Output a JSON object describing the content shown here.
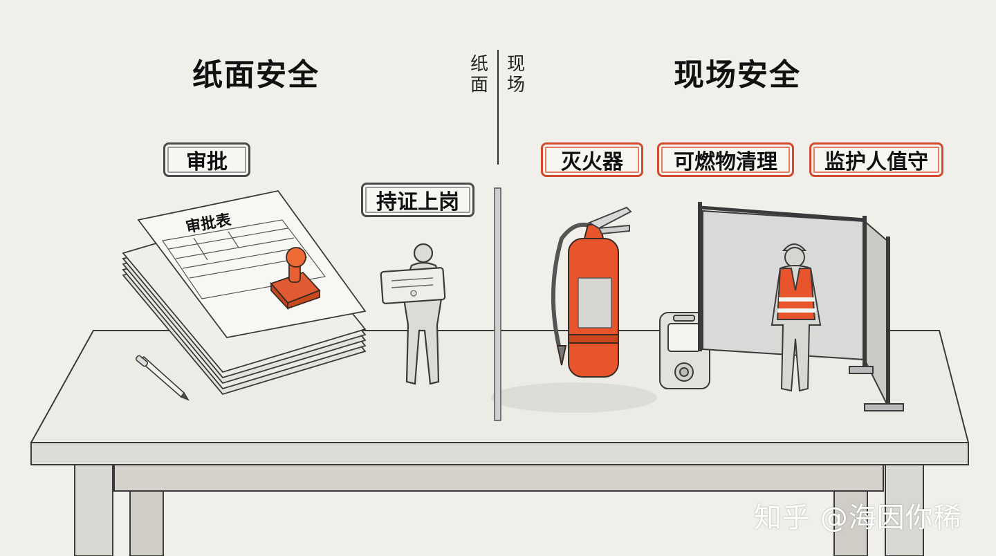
{
  "left": {
    "title": "纸面安全",
    "tags": {
      "approval": "审批",
      "certified": "持证上岗"
    },
    "form_title": "审批表"
  },
  "divider": {
    "left_label": [
      "纸",
      "面"
    ],
    "right_label": [
      "现",
      "场"
    ]
  },
  "right": {
    "title": "现场安全",
    "tags": {
      "extinguisher": "灭火器",
      "cleanup": "可燃物清理",
      "guardian": "监护人值守"
    }
  },
  "watermark": "知乎 @海因你稀",
  "colors": {
    "accent": "#e8542c",
    "outline": "#3a3a3a",
    "background": "#f1efea"
  }
}
